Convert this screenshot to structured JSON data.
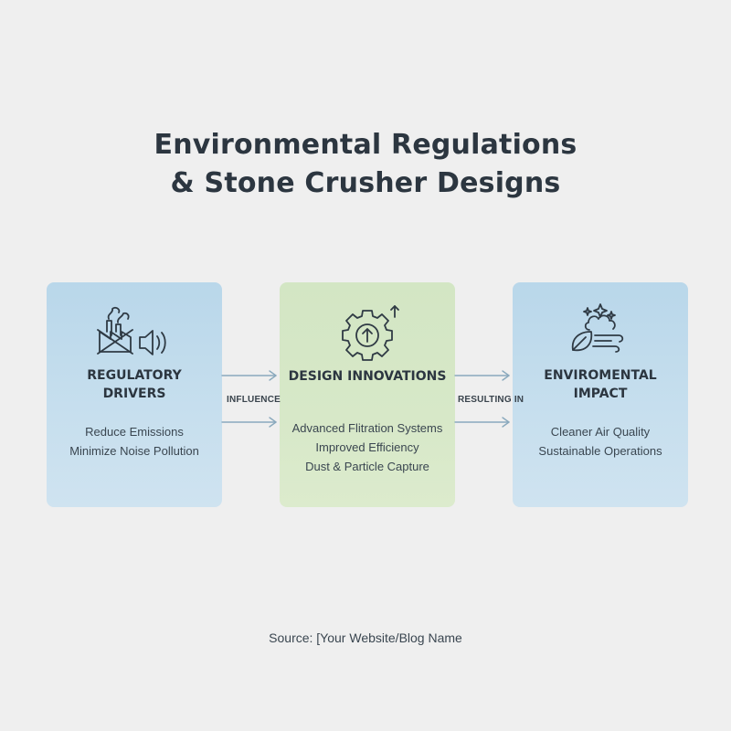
{
  "title": {
    "line1": "Environmental Regulations",
    "line2": "& Stone Crusher Designs"
  },
  "cards": {
    "left": {
      "icon": "factory-emissions-noise-icon",
      "heading_line1": "REGULATORY",
      "heading_line2": "DRIVERS",
      "items": [
        "Reduce Emissions",
        "Minimize Noise Pollution"
      ],
      "color": "#bdd9eb"
    },
    "middle": {
      "icon": "gear-upgrade-icon",
      "heading_line1": "DESIGN INNOVATIONS",
      "items": [
        "Advanced Flitration Systems",
        "Improved Efficiency",
        "Dust & Particle Capture"
      ],
      "color": "#d5e7c6"
    },
    "right": {
      "icon": "clean-air-leaf-icon",
      "heading_line1": "ENVIROMENTAL",
      "heading_line2": "IMPACT",
      "items": [
        "Cleaner Air Quality",
        "Sustainable Operations"
      ],
      "color": "#bdd9eb"
    }
  },
  "connectors": {
    "left_label": "INFLUENCE",
    "right_label": "RESULTING IN"
  },
  "source": "Source: [Your Website/Blog Name"
}
